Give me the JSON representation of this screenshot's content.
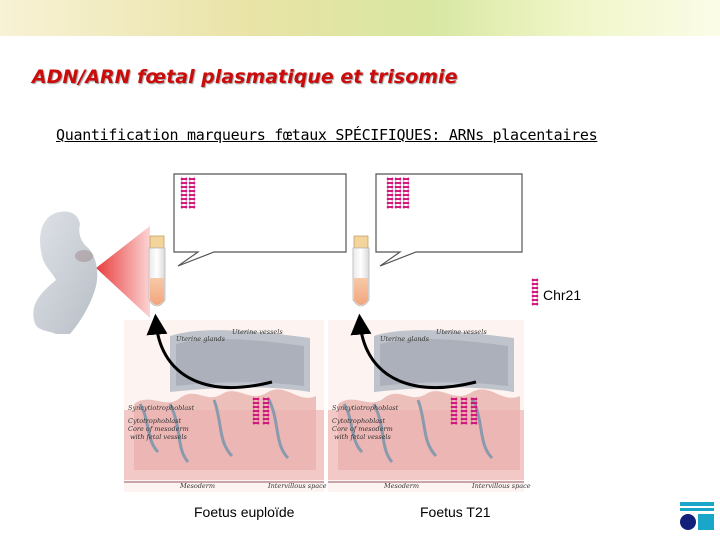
{
  "title": "ADN/ARN fœtal plasmatique et trisomie",
  "subtitle": "Quantification marqueurs fœtaux SPÉCIFIQUES: ARNs placentaires",
  "legend": {
    "chr21_label": "Chr21"
  },
  "panels": [
    {
      "caption": "Foetus euploïde",
      "chromosomes_in_plasma": 2,
      "chromosomes_in_placenta": 2
    },
    {
      "caption": "Foetus T21",
      "chromosomes_in_plasma": 3,
      "chromosomes_in_placenta": 3
    }
  ],
  "placenta_labels": {
    "uterine_vessels": "Uterine vessels",
    "uterine_glands": "Uterine glands",
    "syncytiotrophoblast": "Syncytiotrophoblast",
    "cytotrophoblast": "Cytotrophoblast",
    "core_of_mesoderm": "Core of mesoderm",
    "with_fetal_vessels": "with fetal vessels",
    "mesoderm": "Mesoderm",
    "intervillous_space": "Intervillous space"
  },
  "colors": {
    "title": "#cc0b0b",
    "chromosome": "#d0157a",
    "arrow": "#000000",
    "tube_plasma": "#f3d49a"
  }
}
